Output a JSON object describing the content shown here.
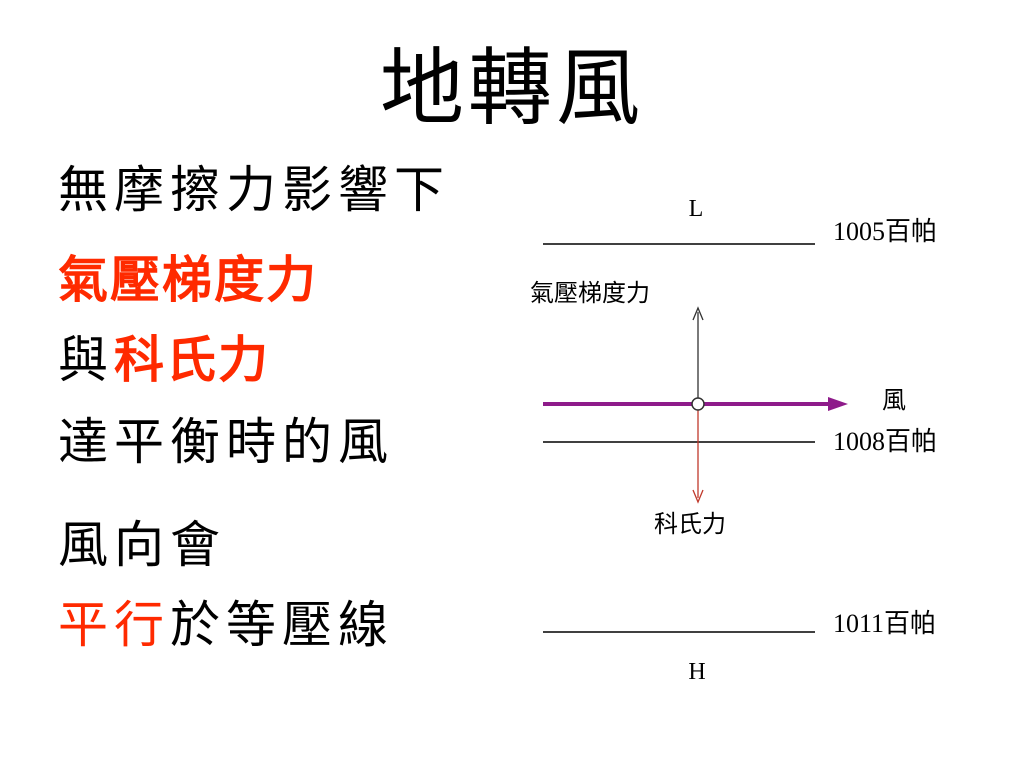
{
  "title": "地轉風",
  "left_text": {
    "line1": "無摩擦力影響下",
    "line2": "氣壓梯度力",
    "line3_prefix": "與",
    "line3_highlight": "科氏力",
    "line4": "達平衡時的風",
    "line5": "風向會",
    "line6_highlight": "平行",
    "line6_suffix": "於等壓線"
  },
  "diagram": {
    "low_label": "L",
    "high_label": "H",
    "isobars": [
      {
        "label": "1005百帕"
      },
      {
        "label": "1008百帕"
      },
      {
        "label": "1011百帕"
      }
    ],
    "pressure_gradient_label": "氣壓梯度力",
    "wind_label": "風",
    "coriolis_label": "科氏力"
  },
  "colors": {
    "highlight": "#ff2a00",
    "wind_arrow": "#8e1b8a",
    "coriolis_arrow": "#c0392b",
    "line": "#000000"
  }
}
